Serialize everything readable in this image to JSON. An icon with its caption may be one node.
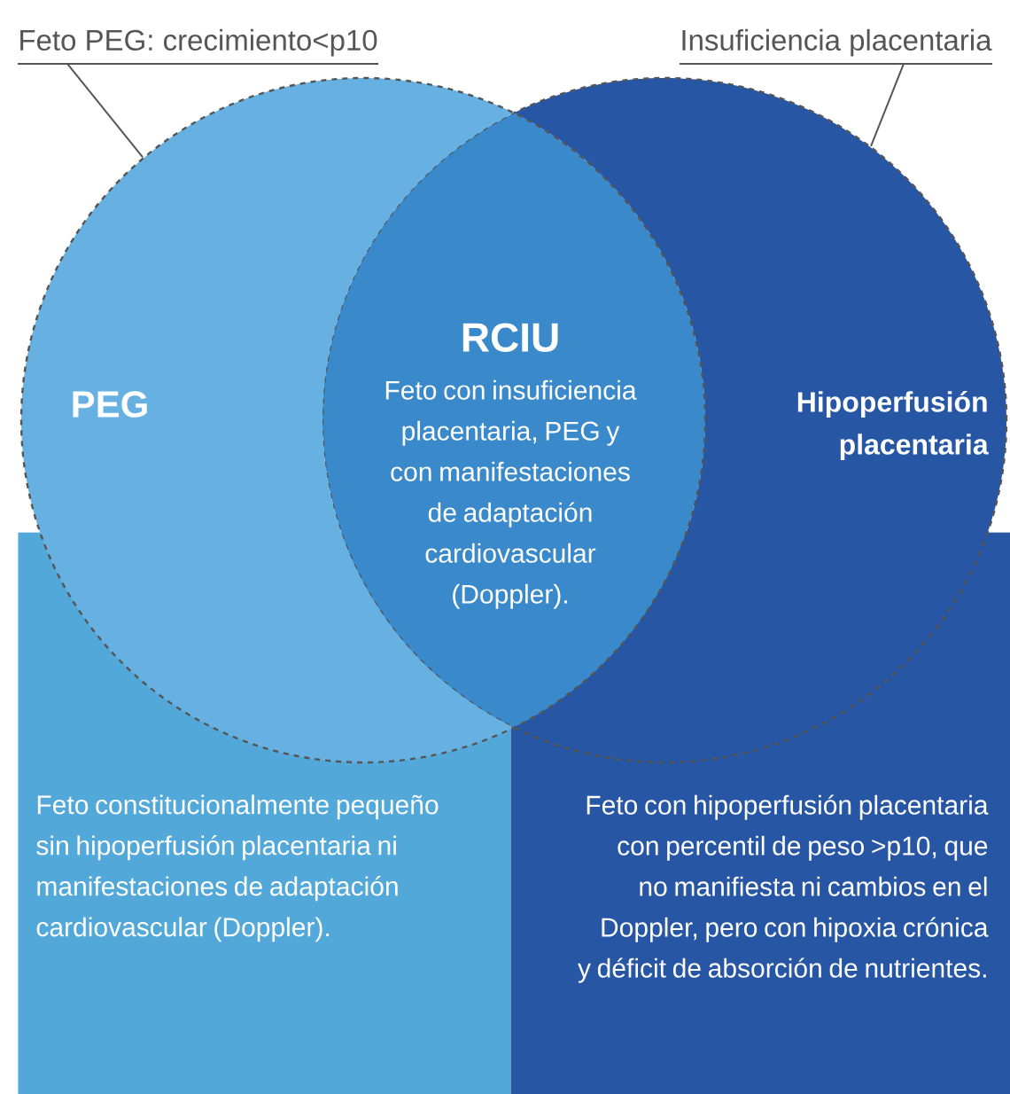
{
  "diagram": {
    "nodes": [
      {
        "text": [
          "PEG"
        ]
      },
      {
        "text": [
          "Hipoperfusión placentaria"
        ]
      },
      {
        "text": [
          "RCIU",
          "Feto con insuficiencia placentaria, PEG y con manifestaciones de adaptación cardiovascular (Doppler)."
        ]
      },
      {
        "text": [
          "Feto constitucionalmente pequeño sin hipoperfusión placentaria ni manifestaciones de adaptación cardiovascular (Doppler)."
        ]
      },
      {
        "text": [
          "Feto con hipoperfusión placentaria con percentil de peso >p10, que no manifiesta ni cambios en el Doppler, pero con hipoxia crónica y déficit de absorción de nutrientes."
        ]
      },
      {
        "text": [
          "Feto PEG: crecimiento<p10"
        ]
      },
      {
        "text": [
          "Insuficiencia placentaria"
        ]
      }
    ],
    "edges": [
      {
        "from": 5,
        "to": 0,
        "arrow": "none"
      },
      {
        "from": 6,
        "to": 1,
        "arrow": "none"
      }
    ]
  }
}
